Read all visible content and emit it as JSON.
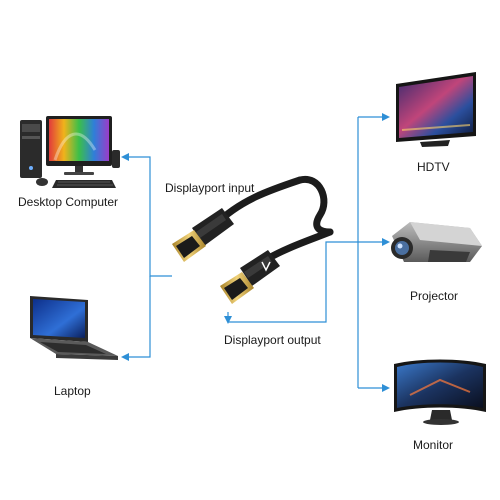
{
  "labels": {
    "desktop": "Desktop Computer",
    "laptop": "Laptop",
    "dp_input": "Displayport input",
    "dp_output": "Displayport output",
    "hdtv": "HDTV",
    "projector": "Projector",
    "monitor": "Monitor"
  },
  "colors": {
    "connector_line": "#2e8fd6",
    "cable": "#1c1c1c",
    "gold_contact": "#c9a94a",
    "text": "#1a1a1a"
  },
  "icons": {
    "desktop": "desktop-computer-icon",
    "laptop": "laptop-icon",
    "hdtv": "hdtv-icon",
    "projector": "projector-icon",
    "monitor": "monitor-icon",
    "cable": "displayport-cable-icon"
  }
}
